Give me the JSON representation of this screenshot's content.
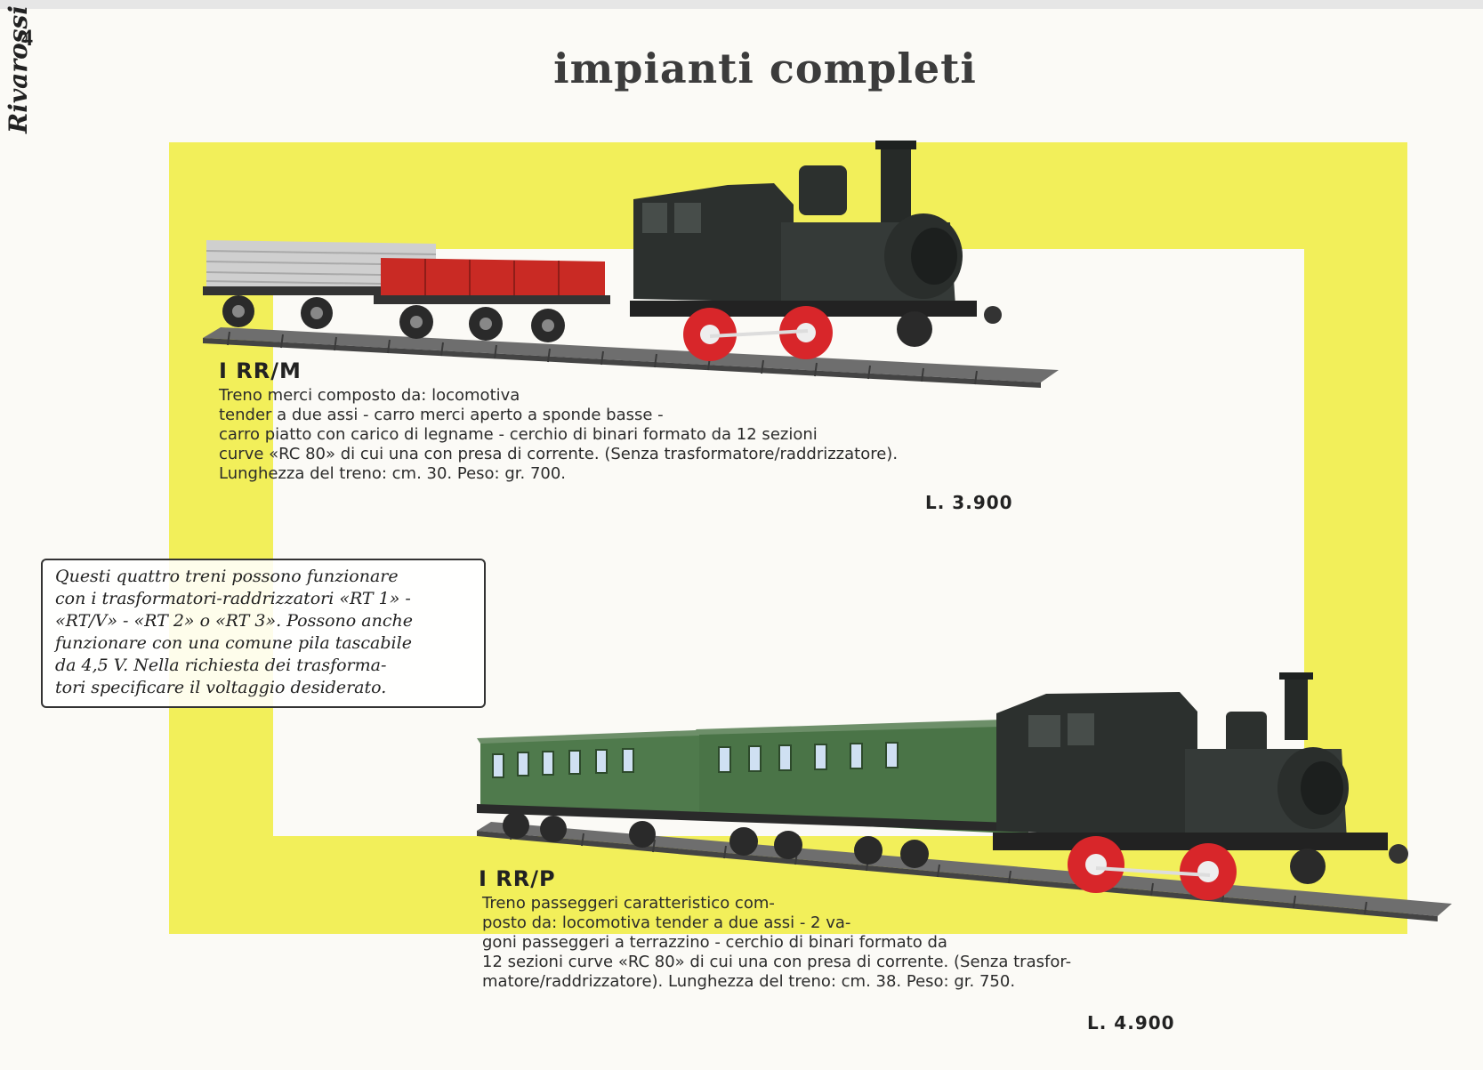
{
  "page": {
    "number": "4",
    "brand": "Rivarossi",
    "title": "impianti completi"
  },
  "products": [
    {
      "code": "I RR/M",
      "description_lines": [
        "Treno merci composto da: locomotiva",
        "tender a due assi - carro merci aperto a sponde basse -",
        "carro piatto con carico di legname - cerchio di binari formato da 12 sezioni",
        "curve «RC 80» di cui una con presa di corrente. (Senza trasformatore/raddrizzatore).",
        "Lunghezza del treno: cm. 30. Peso: gr. 700."
      ],
      "price": "L. 3.900"
    },
    {
      "code": "I RR/P",
      "description_lines": [
        "Treno passeggeri caratteristico com-",
        "posto da: locomotiva tender a due assi - 2 va-",
        "goni passeggeri a terrazzino - cerchio di binari formato da",
        "12 sezioni curve «RC 80» di cui una con presa di corrente. (Senza trasfor-",
        "matore/raddrizzatore). Lunghezza del treno: cm. 38. Peso: gr. 750."
      ],
      "price": "L. 4.900"
    }
  ],
  "note": {
    "lines": [
      "Questi quattro treni possono funzionare",
      "con i trasformatori-raddrizzatori «RT 1» -",
      "«RT/V» - «RT 2» o «RT 3». Possono anche",
      "funzionare con una comune pila tascabile",
      "da 4,5 V. Nella richiesta dei trasforma-",
      "tori specificare il voltaggio desiderato."
    ]
  },
  "colors": {
    "accent_yellow": "#f2ef5a",
    "loco_black": "#2c302e",
    "wheel_red": "#d8262a",
    "wagon_red": "#c92a24",
    "coach_green": "#4f7a4c"
  }
}
